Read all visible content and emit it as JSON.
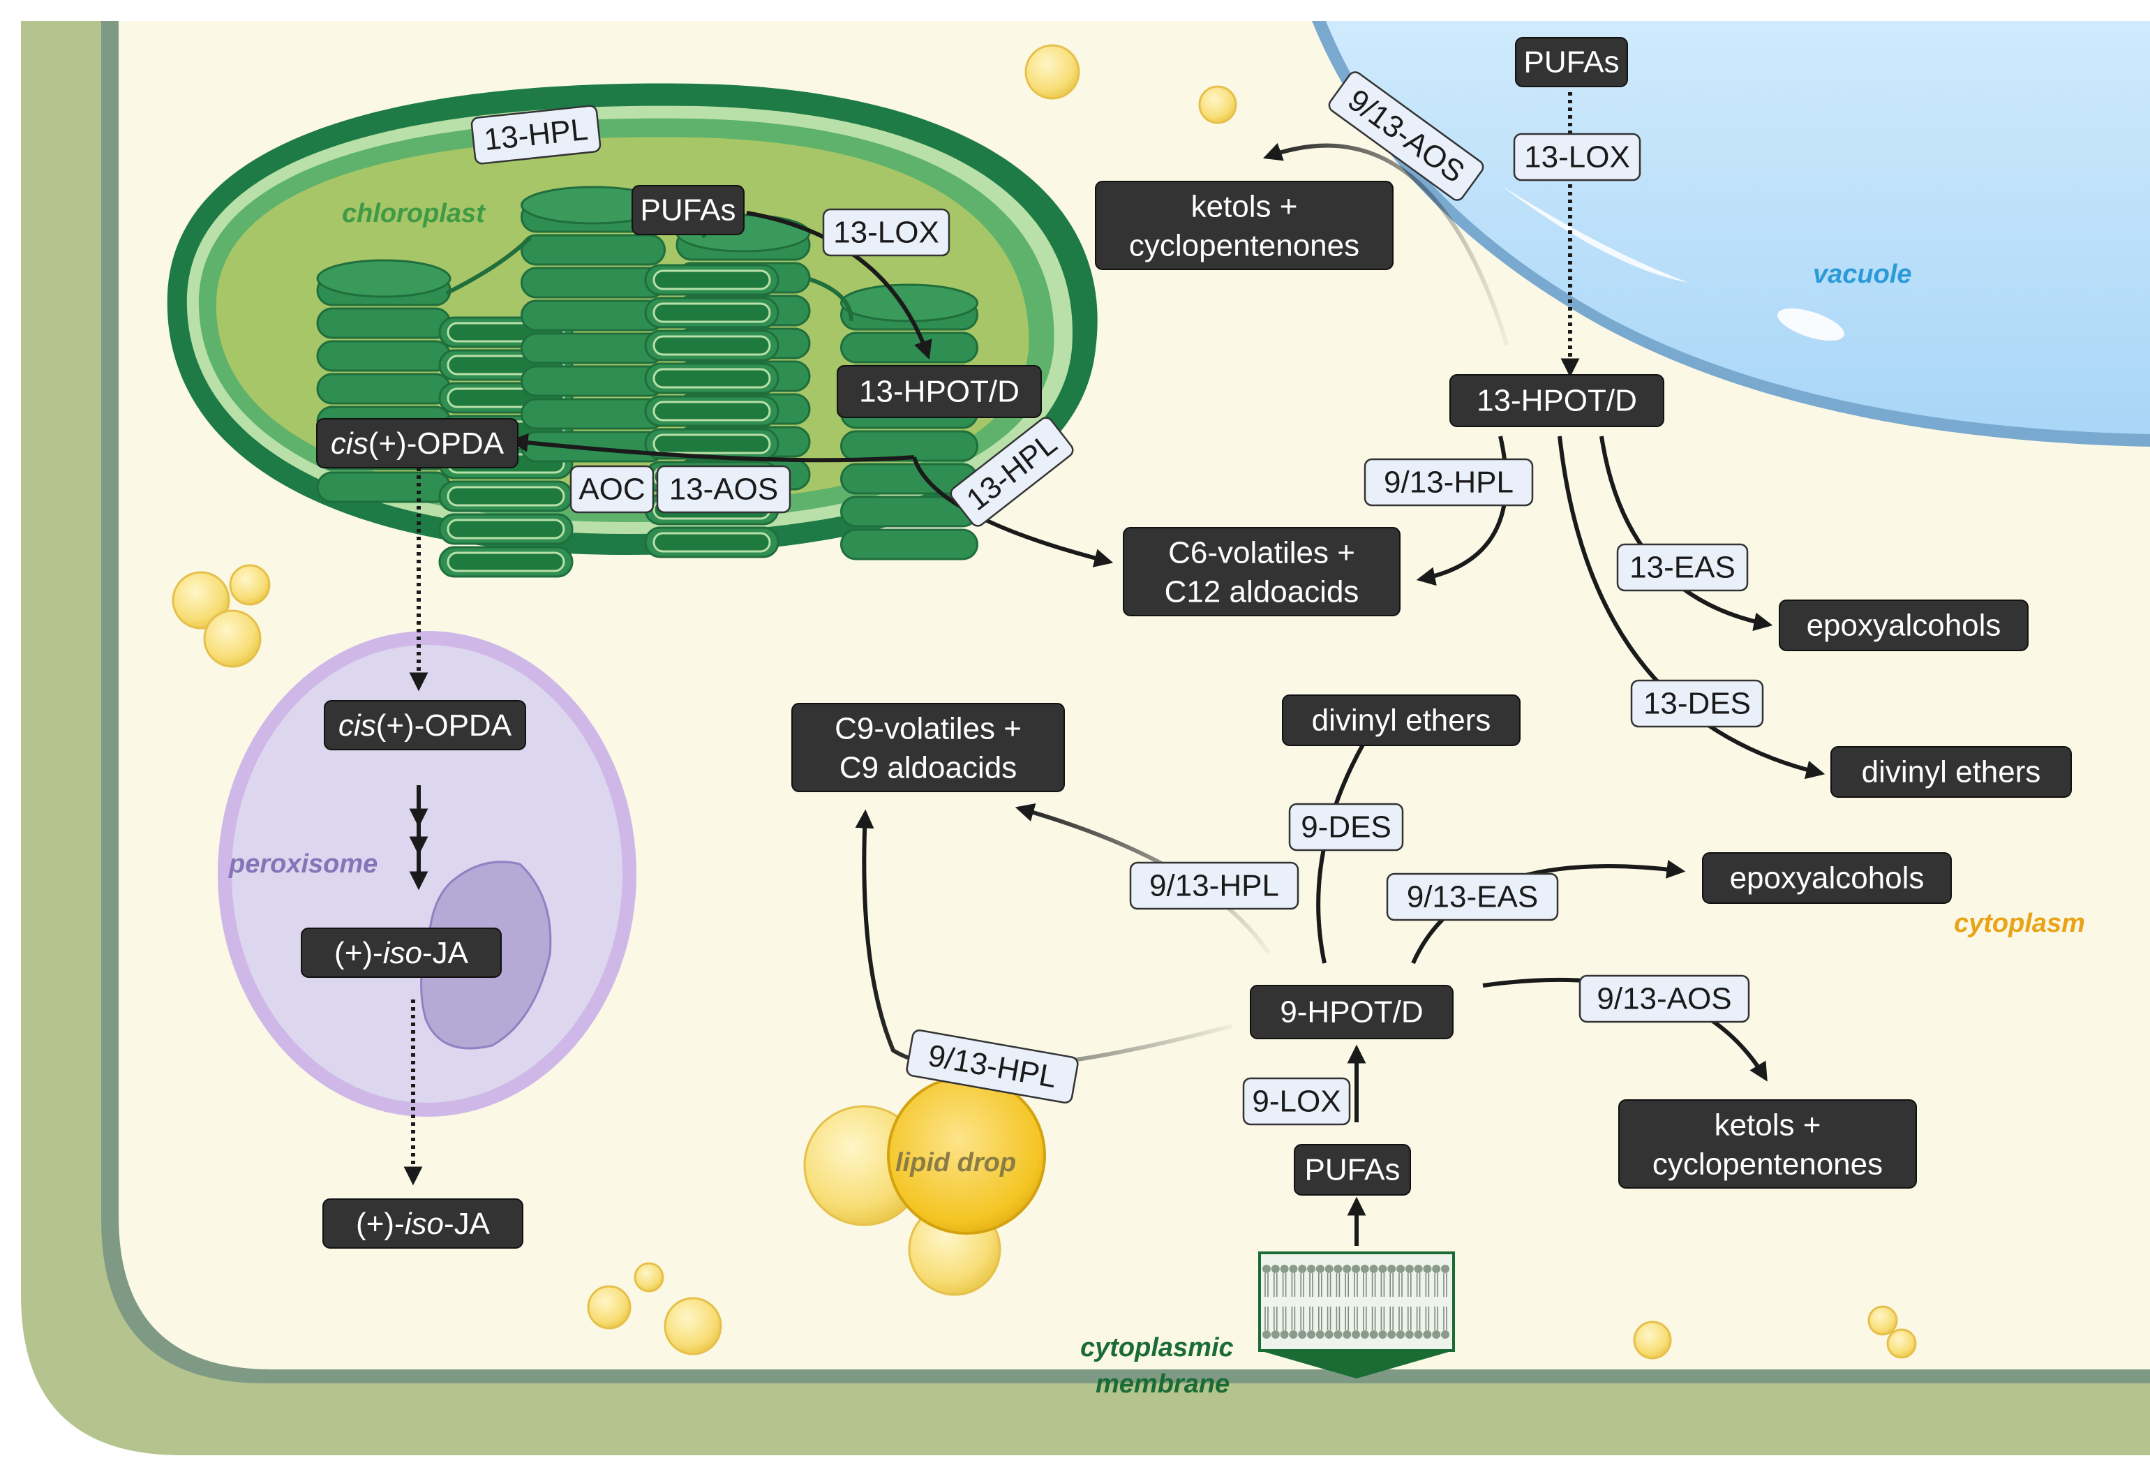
{
  "regions": {
    "chloroplast": "chloroplast",
    "vacuole": "vacuole",
    "peroxisome": "peroxisome",
    "cytoplasm": "cytoplasm",
    "lipid_drop": "lipid drop",
    "membrane_line1": "cytoplasmic",
    "membrane_line2": "membrane"
  },
  "chloroplast_pathway": {
    "pufas": "PUFAs",
    "lox": "13-LOX",
    "hpotd": "13-HPOT/D",
    "hpl_top": "13-HPL",
    "hpl_side": "13-HPL",
    "aoc": "AOC",
    "aos": "13-AOS",
    "opda_prefix": "cis",
    "opda_suffix": "(+)-OPDA"
  },
  "peroxisome_pathway": {
    "opda_prefix": "cis",
    "opda_suffix": "(+)-OPDA",
    "ja_prefix": "(+)-",
    "ja_italic": "iso",
    "ja_suffix": "-JA",
    "ja_out_prefix": "(+)-",
    "ja_out_italic": "iso",
    "ja_out_suffix": "-JA"
  },
  "vacuole_pathway": {
    "pufas": "PUFAs",
    "lox": "13-LOX",
    "hpotd": "13-HPOT/D",
    "aos": "9/13-AOS",
    "ketols_line1": "ketols +",
    "ketols_line2": "cyclopentenones",
    "hpl": "9/13-HPL",
    "c6_line1": "C6-volatiles +",
    "c6_line2": "C12 aldoacids",
    "eas": "13-EAS",
    "epoxy": "epoxyalcohols",
    "des": "13-DES",
    "divinyl": "divinyl ethers"
  },
  "cytoplasm_pathway": {
    "hpotd": "9-HPOT/D",
    "lox": "9-LOX",
    "pufas": "PUFAs",
    "hpl_upper": "9/13-HPL",
    "hpl_lower": "9/13-HPL",
    "c9_line1": "C9-volatiles +",
    "c9_line2": "C9 aldoacids",
    "des": "9-DES",
    "divinyl": "divinyl ethers",
    "eas": "9/13-EAS",
    "epoxy": "epoxyalcohols",
    "aos": "9/13-AOS",
    "ketols_line1": "ketols +",
    "ketols_line2": "cyclopentenones"
  },
  "colors": {
    "cell_wall": "#b5c48e",
    "cytoplasm_fill": "#fbf9e6",
    "chloroplast_outer": "#1e7b45",
    "vacuole_fill": "#bfe2fb",
    "peroxisome_fill": "#dcd6ee",
    "lipid_drop": "#f4c524",
    "dark_box": "#333333",
    "label_box": "#eaf0fa",
    "cytoplasm_label": "#e8a317",
    "vacuole_label": "#2a9bd7",
    "peroxisome_label": "#8474b8",
    "membrane_label": "#1a6b34"
  }
}
